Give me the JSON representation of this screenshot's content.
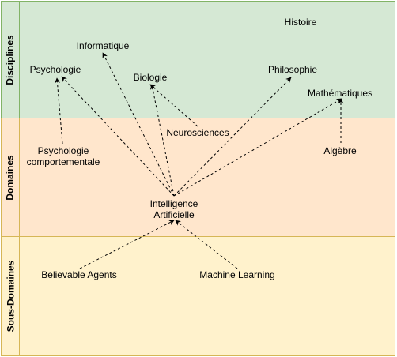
{
  "lanes": {
    "disciplines": "Disciplines",
    "domaines": "Domaines",
    "sous_domaines": "Sous-Domaines"
  },
  "nodes": {
    "histoire": "Histoire",
    "informatique": "Informatique",
    "psychologie": "Psychologie",
    "biologie": "Biologie",
    "philosophie": "Philosophie",
    "mathematiques": "Mathématiques",
    "neurosciences": "Neurosciences",
    "psycho_comp_line1": "Psychologie",
    "psycho_comp_line2": "comportementale",
    "algebre": "Algèbre",
    "ia_line1": "Intelligence",
    "ia_line2": "Artificielle",
    "believable_agents": "Believable Agents",
    "machine_learning": "Machine Learning"
  },
  "edges": [
    {
      "from": "intelligence-artificielle",
      "to": "informatique"
    },
    {
      "from": "intelligence-artificielle",
      "to": "psychologie"
    },
    {
      "from": "intelligence-artificielle",
      "to": "biologie"
    },
    {
      "from": "intelligence-artificielle",
      "to": "philosophie"
    },
    {
      "from": "intelligence-artificielle",
      "to": "mathematiques"
    },
    {
      "from": "psychologie-comportementale",
      "to": "psychologie"
    },
    {
      "from": "neurosciences",
      "to": "biologie"
    },
    {
      "from": "algebre",
      "to": "mathematiques"
    },
    {
      "from": "believable-agents",
      "to": "intelligence-artificielle"
    },
    {
      "from": "machine-learning",
      "to": "intelligence-artificielle"
    }
  ]
}
